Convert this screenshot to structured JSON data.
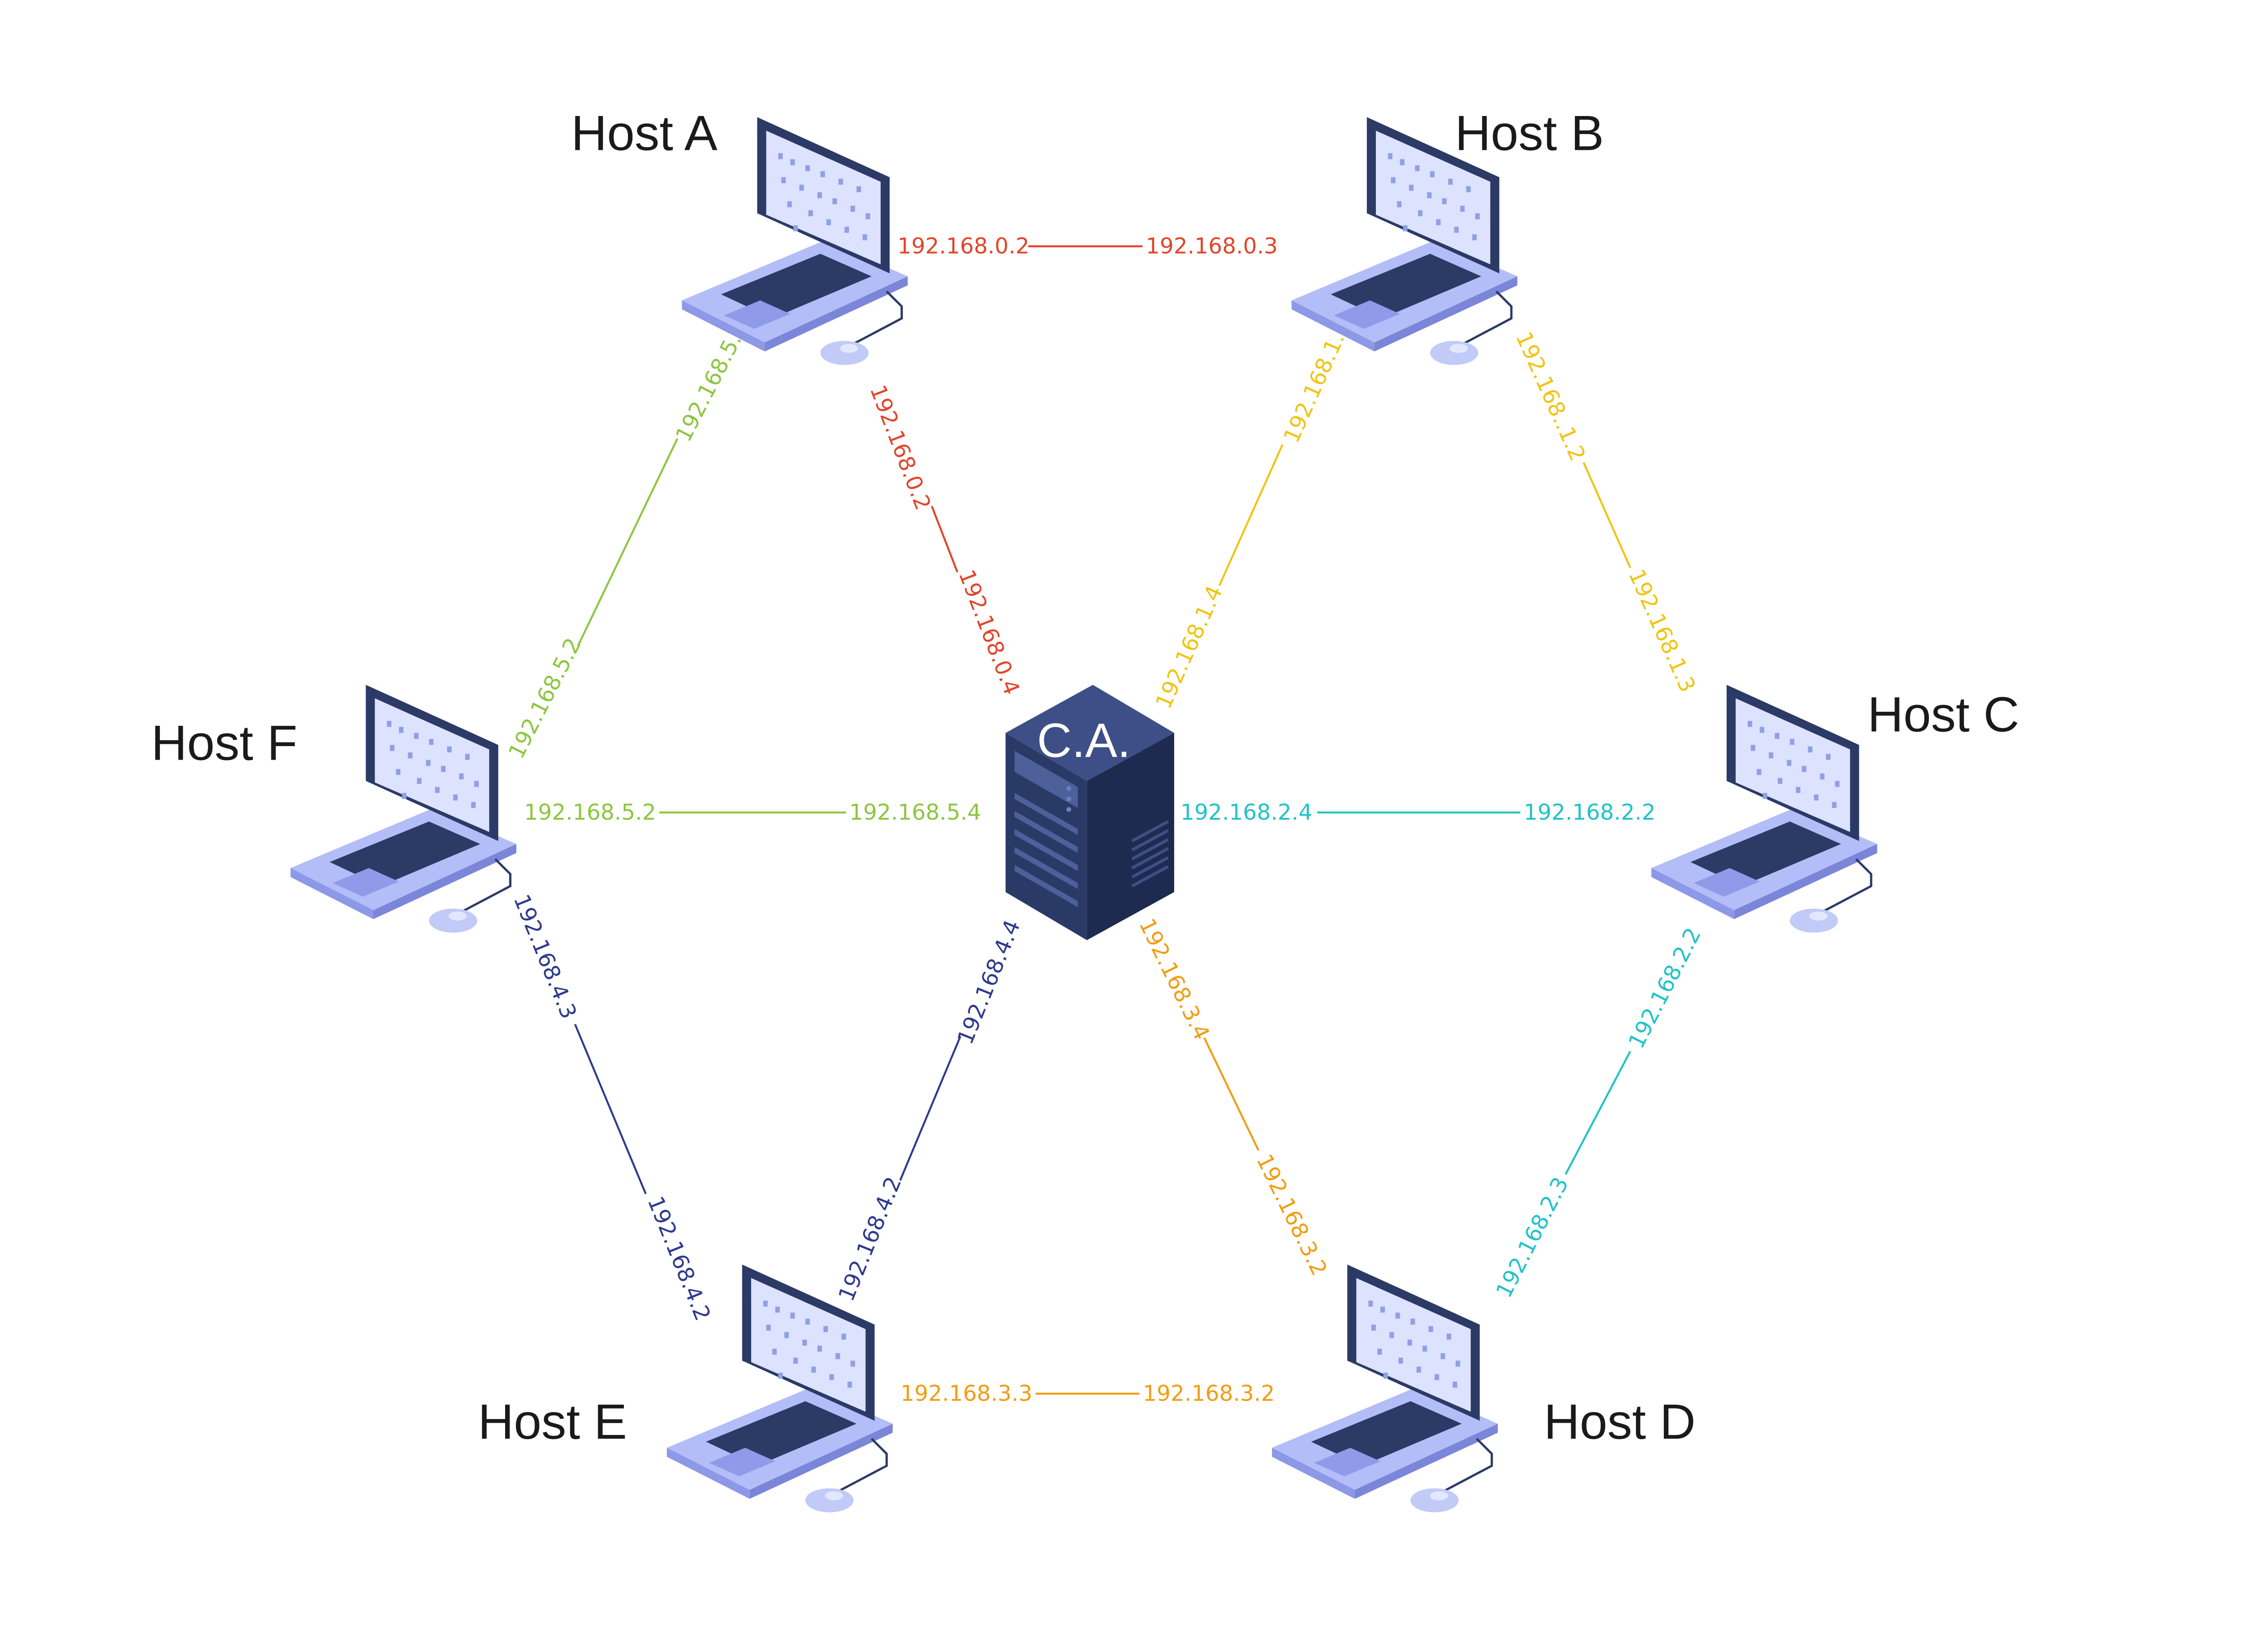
{
  "colors": {
    "link_a_b": "#e2452a",
    "link_a_ca": "#e2452a",
    "link_b_ca": "#f1c40f",
    "link_b_c": "#f1c40f",
    "link_c_ca": "#1fc3c7",
    "link_c_d": "#1fc3c7",
    "link_d_ca": "#f39c12",
    "link_d_e": "#f39c12",
    "link_e_ca": "#2d3a8c",
    "link_e_f": "#2d3a8c",
    "link_f_ca": "#8cc63f",
    "link_f_a": "#8cc63f",
    "laptop_body": "#a9b4f5",
    "laptop_dark": "#2c3a66",
    "server_dark": "#2a3a66"
  },
  "nodes": {
    "host_a": {
      "label": "Host A",
      "icon": "laptop-icon"
    },
    "host_b": {
      "label": "Host B",
      "icon": "laptop-icon"
    },
    "host_c": {
      "label": "Host C",
      "icon": "laptop-icon"
    },
    "host_d": {
      "label": "Host D",
      "icon": "laptop-icon"
    },
    "host_e": {
      "label": "Host E",
      "icon": "laptop-icon"
    },
    "host_f": {
      "label": "Host F",
      "icon": "laptop-icon"
    },
    "ca": {
      "label": "C.A.",
      "icon": "server-icon"
    }
  },
  "links": {
    "a_b": {
      "ip1": "192.168.0.2",
      "ip2": "192.168.0.3"
    },
    "a_ca": {
      "ip1": "192.168.0.2",
      "ip2": "192.168.0.4"
    },
    "b_ca": {
      "ip1": "192.168.1.2",
      "ip2": "192.168.1.4"
    },
    "b_c": {
      "ip1": "192.168..1.2",
      "ip2": "192.168.1.3"
    },
    "c_ca": {
      "ip1": "192.168.2.4",
      "ip2": "192.168.2.2"
    },
    "c_d": {
      "ip1": "192.168.2.2",
      "ip2": "192.168.2.3"
    },
    "d_ca": {
      "ip1": "192.168.3.4",
      "ip2": "192.168.3.2"
    },
    "d_e": {
      "ip1": "192.168.3.3",
      "ip2": "192.168.3.2"
    },
    "e_ca": {
      "ip1": "192.168.4.4",
      "ip2": "192.168.4.2"
    },
    "e_f": {
      "ip1": "192.168.4.3",
      "ip2": "192.168.4.2"
    },
    "f_ca": {
      "ip1": "192.168.5.2",
      "ip2": "192.168.5.4"
    },
    "f_a": {
      "ip1": "192.168.5.3",
      "ip2": "192.168.5.2"
    }
  }
}
